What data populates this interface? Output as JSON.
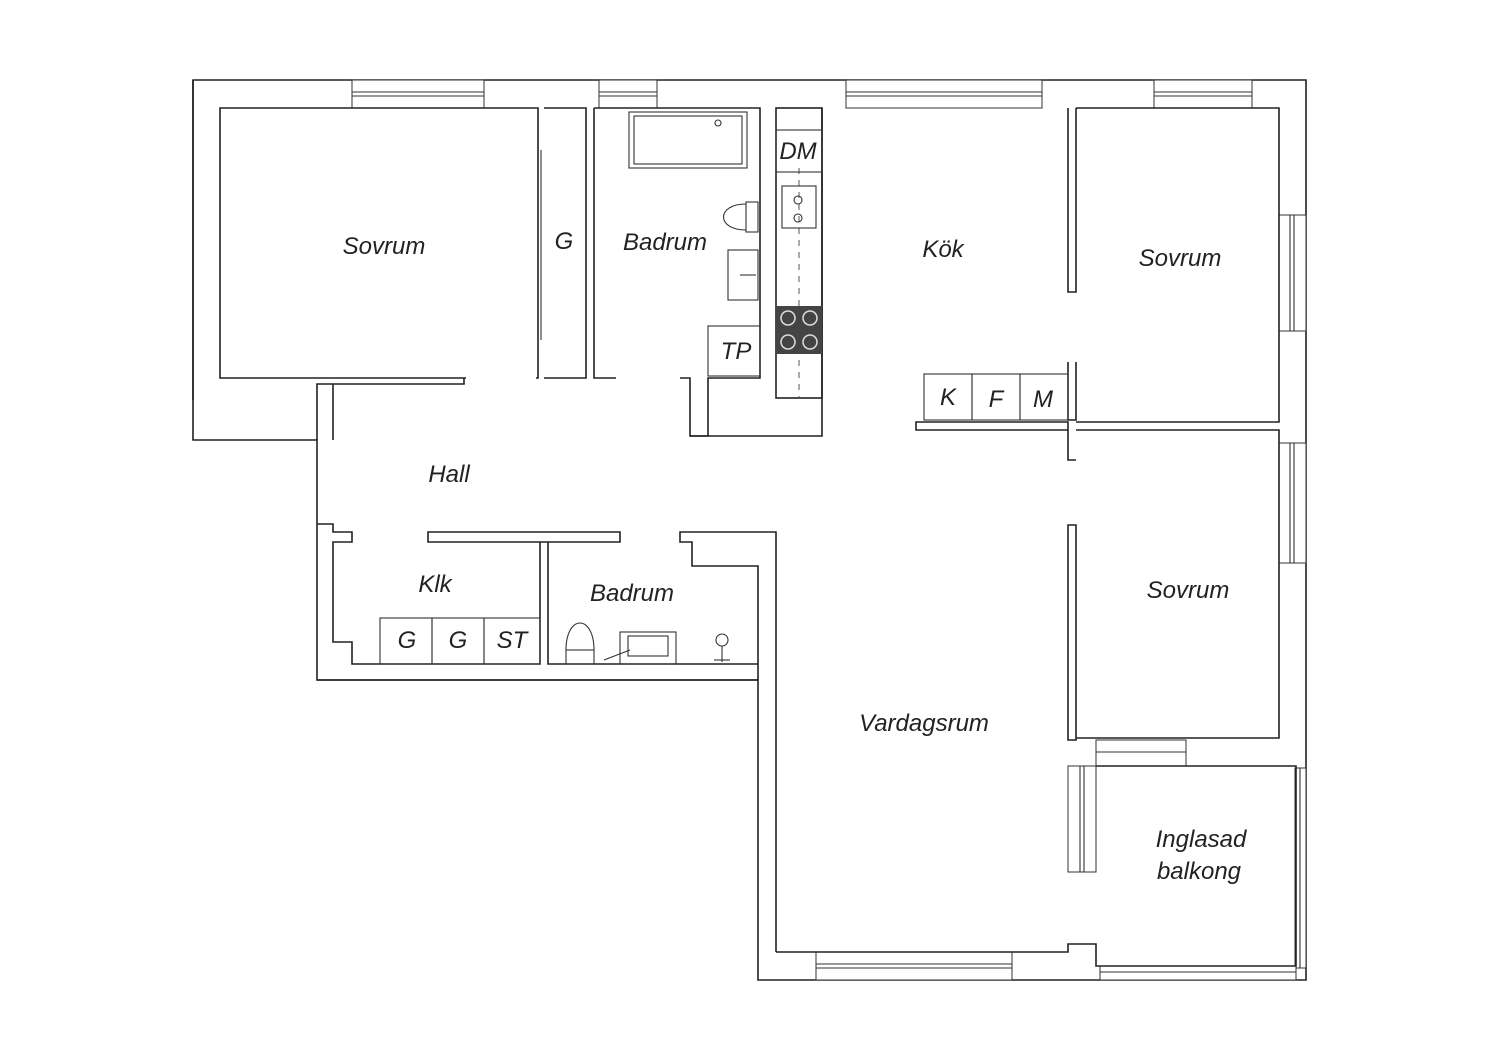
{
  "rooms": {
    "sovrum_nw": "Sovrum",
    "garderob_nw": "G",
    "badrum_n": "Badrum",
    "diskmaskin": "DM",
    "tvattpelare": "TP",
    "kok": "Kök",
    "sovrum_ne": "Sovrum",
    "kyl": "K",
    "frys": "F",
    "mikro": "M",
    "hall": "Hall",
    "klk": "Klk",
    "garderob_1": "G",
    "garderob_2": "G",
    "stad": "ST",
    "badrum_s": "Badrum",
    "sovrum_e": "Sovrum",
    "vardagsrum": "Vardagsrum",
    "balkong_line1": "Inglasad",
    "balkong_line2": "balkong"
  }
}
